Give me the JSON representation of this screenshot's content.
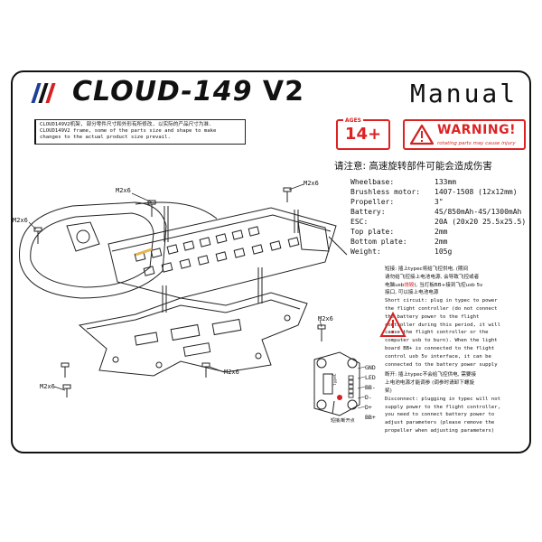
{
  "title": {
    "logo_main": "CLOUD-149",
    "logo_version": "V2",
    "manual": "Manual"
  },
  "colors": {
    "red": "#d22222",
    "blue": "#1d3f9a",
    "black": "#111111"
  },
  "note": {
    "line1": "CLOUD149V2机架, 部分零件尺寸和外形有所修改, 以实际的产品尺寸为准.",
    "line2": "CLOUD149V2  frame, some of the parts size and shape to make",
    "line3": "changes to the actual product size prevail."
  },
  "age_badge": {
    "label": "AGES",
    "value": "14+"
  },
  "warning": {
    "title": "WARNING!",
    "subtitle": "rotating parts may cause injury",
    "icon": "warning-triangle-icon"
  },
  "warning_cn": "请注意: 高速旋转部件可能会造成伤害",
  "specs": [
    {
      "key": "Wheelbase:",
      "value": "133mm"
    },
    {
      "key": "Brushless motor:",
      "value": "1407-1508 (12x12mm)"
    },
    {
      "key": "Propeller:",
      "value": "3\""
    },
    {
      "key": "Battery:",
      "value": "4S/850mAh-4S/1300mAh"
    },
    {
      "key": "ESC:",
      "value": "20A (20x20 25.5x25.5)"
    },
    {
      "key": "Top plate:",
      "value": "2mm"
    },
    {
      "key": "Bottom plate:",
      "value": "2mm"
    },
    {
      "key": "Weight:",
      "value": "105g"
    }
  ],
  "short_circuit": {
    "cn_1": "短接: 插上typec将给飞控供电, (期间",
    "cn_2": "请勿给飞控接上电池电源, 会导致飞控或者",
    "cn_3_a": "电脑usb",
    "cn_3_red": "烧毁",
    "cn_3_b": "), 当灯板BB+接到飞控usb 5v",
    "cn_4": "接口, 可以接上电池电源",
    "en": [
      "Short circuit: plug in typec to power",
      "the flight controller (do not connect",
      "the battery power to the flight",
      "controller during this period, it will",
      "cause the flight controller or the",
      "computer usb to burn). When the light",
      "board BB+ is connected to the flight",
      "control usb 5v interface, it can be",
      "connected to the battery power supply"
    ]
  },
  "disconnect": {
    "cn_1": "断开: 插上typec不会给飞控供电, 需要接",
    "cn_2": "上电池电源才能调参 (调参时请卸下螺旋",
    "cn_3": "桨)",
    "en": [
      "Disconnect: plugging in typec will not",
      "supply power to the flight controller,",
      "you need to connect battery power to",
      "adjust parameters (please remove the",
      "propeller when adjusting parameters)"
    ]
  },
  "pins": [
    "GND",
    "LED",
    "BB-",
    "D-",
    "D+",
    "BB+"
  ],
  "board_caption": "短接/断开点",
  "screw_tags": [
    "M2x6",
    "M2x6",
    "M2x6",
    "M2x6",
    "M2x6",
    "M2x6"
  ]
}
